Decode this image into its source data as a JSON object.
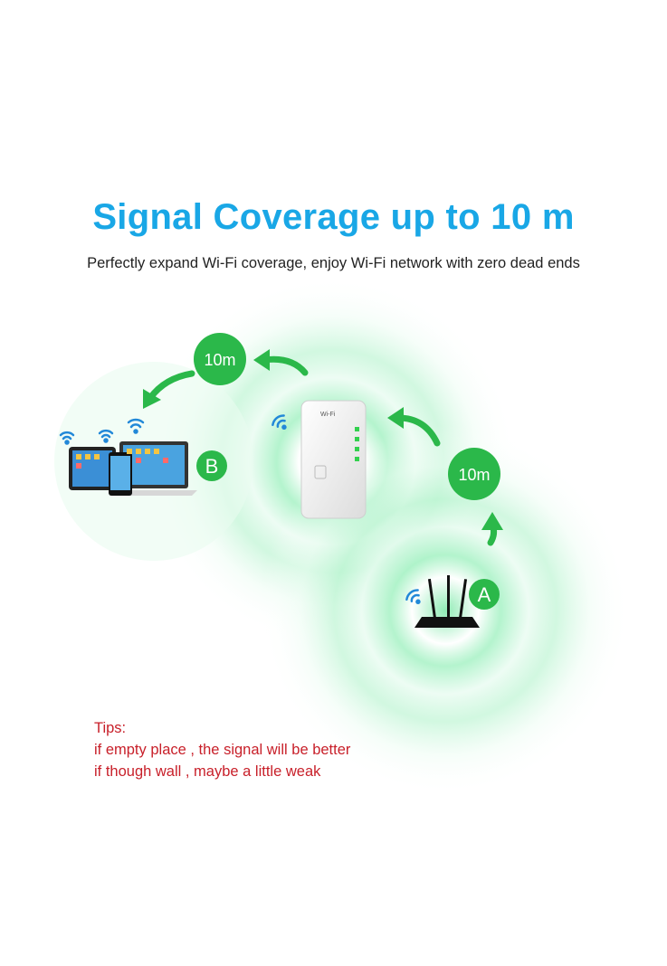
{
  "title": "Signal Coverage up to 10 m",
  "subtitle": "Perfectly expand Wi-Fi coverage, enjoy Wi-Fi network with zero dead ends",
  "labels": {
    "distance_1": "10m",
    "distance_2": "10m",
    "point_a": "A",
    "point_b": "B",
    "repeater_brand": "Wi-Fi"
  },
  "tips": {
    "heading": "Tips:",
    "line_1": "if empty place , the signal will be better",
    "line_2": "if though wall , maybe a little weak"
  },
  "colors": {
    "title": "#19a7e6",
    "coverage_green": "#33d37a",
    "badge_green": "#2bb84a",
    "tips_red": "#c8202a",
    "wifi_blue": "#2288d8"
  }
}
